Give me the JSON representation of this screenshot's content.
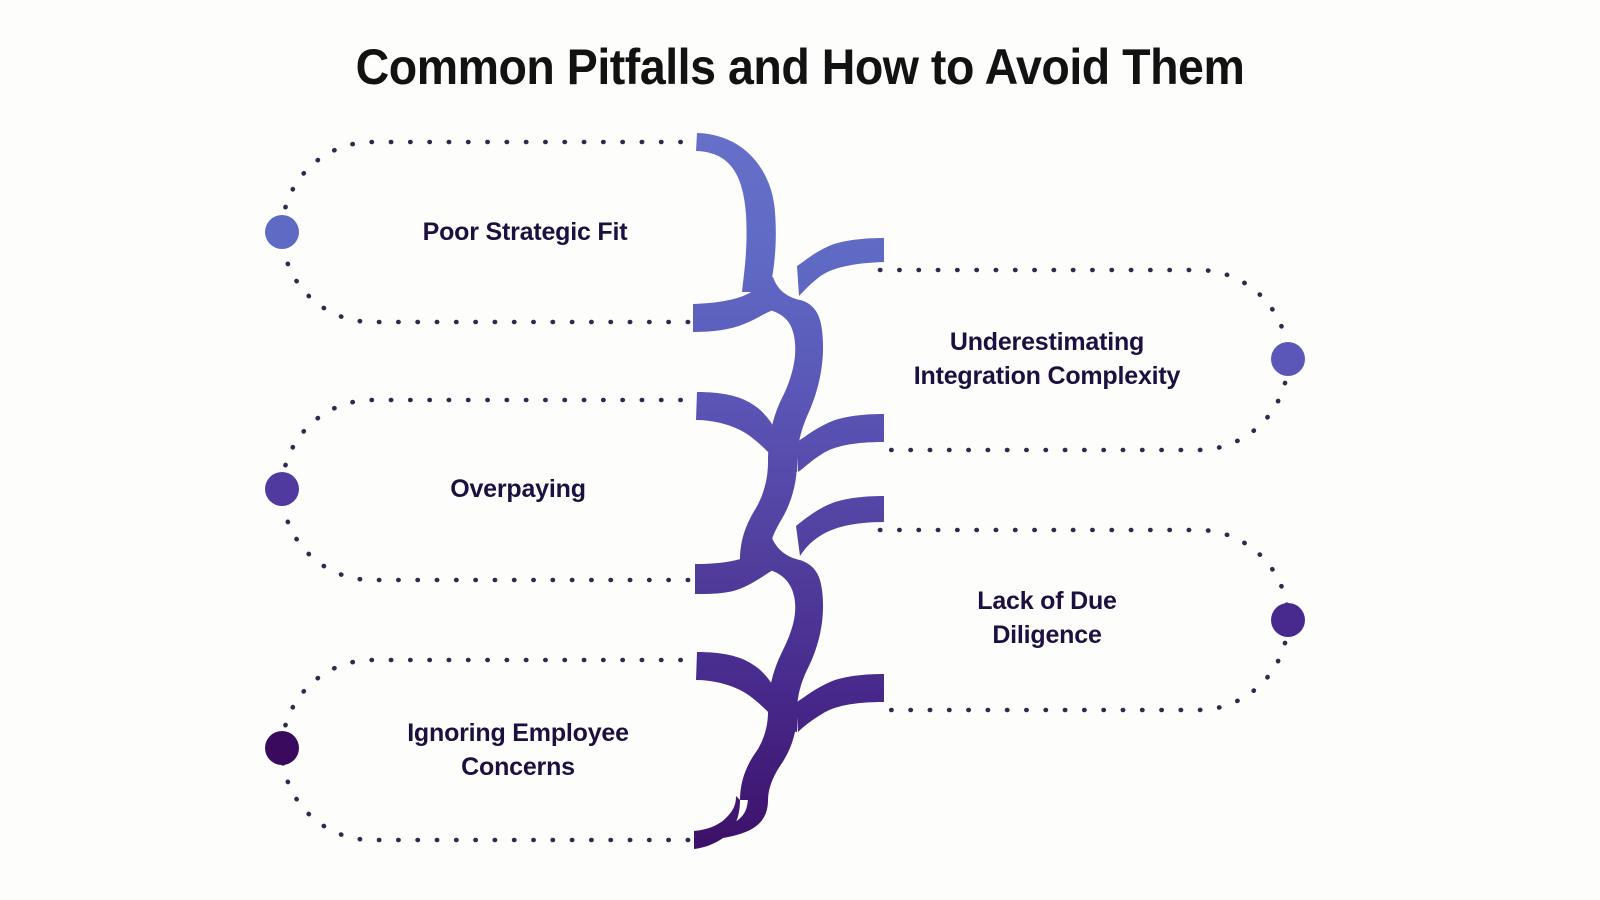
{
  "title": "Common Pitfalls and How to Avoid Them",
  "theme": {
    "background": "#fdfdfc",
    "title_color": "#121212",
    "label_color": "#1d1040",
    "dotted_color": "#2e2a4f",
    "gradient_start": "#5f6ac4",
    "gradient_mid": "#50399f",
    "gradient_end": "#3d1169"
  },
  "chart_data": {
    "type": "diagram",
    "subtype": "braided-alternating-list",
    "title": "Common Pitfalls and How to Avoid Them",
    "item_count": 5,
    "items": [
      {
        "label": "Poor Strategic Fit",
        "side": "left",
        "dot_color": "#5f6ac4",
        "order": 1
      },
      {
        "label": "Underestimating\nIntegration Complexity",
        "side": "right",
        "dot_color": "#5a57b8",
        "order": 2
      },
      {
        "label": "Overpaying",
        "side": "left",
        "dot_color": "#50399f",
        "order": 3
      },
      {
        "label": "Lack of Due\nDiligence",
        "side": "right",
        "dot_color": "#482a8f",
        "order": 4
      },
      {
        "label": "Ignoring Employee\nConcerns",
        "side": "left",
        "dot_color": "#3a0a5e",
        "order": 5
      }
    ]
  },
  "nodes": {
    "n0": {
      "label": "Poor Strategic Fit"
    },
    "n1": {
      "label": "Underestimating\nIntegration Complexity"
    },
    "n2": {
      "label": "Overpaying"
    },
    "n3": {
      "label": "Lack of Due\nDiligence"
    },
    "n4": {
      "label": "Ignoring Employee\nConcerns"
    }
  }
}
